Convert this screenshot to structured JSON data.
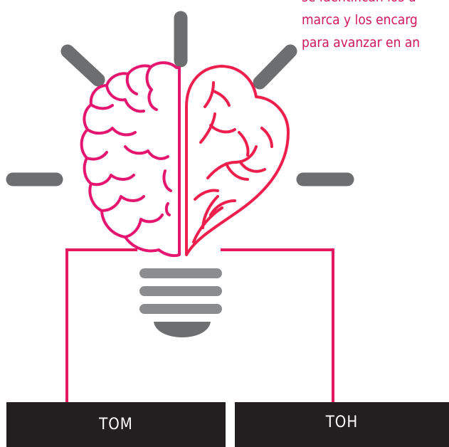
{
  "caption": {
    "lines": [
      "se identifican los d",
      "marca y los encarg",
      "para avanzar en an"
    ]
  },
  "labels": {
    "left": "TOM",
    "right": "TOH"
  },
  "colors": {
    "rays": "#6d6e70",
    "left_brain": "#e5166f",
    "right_heart": "#ee1e4d",
    "connector": "#e5195f",
    "bulb_base": "#8a8c8e",
    "bulb_tip": "#6d6e70",
    "label_bg": "#231f20",
    "caption_text": "#d11660"
  },
  "icons": [
    "brain-icon",
    "heart-icon",
    "light-ray-icon",
    "bulb-base-icon"
  ]
}
